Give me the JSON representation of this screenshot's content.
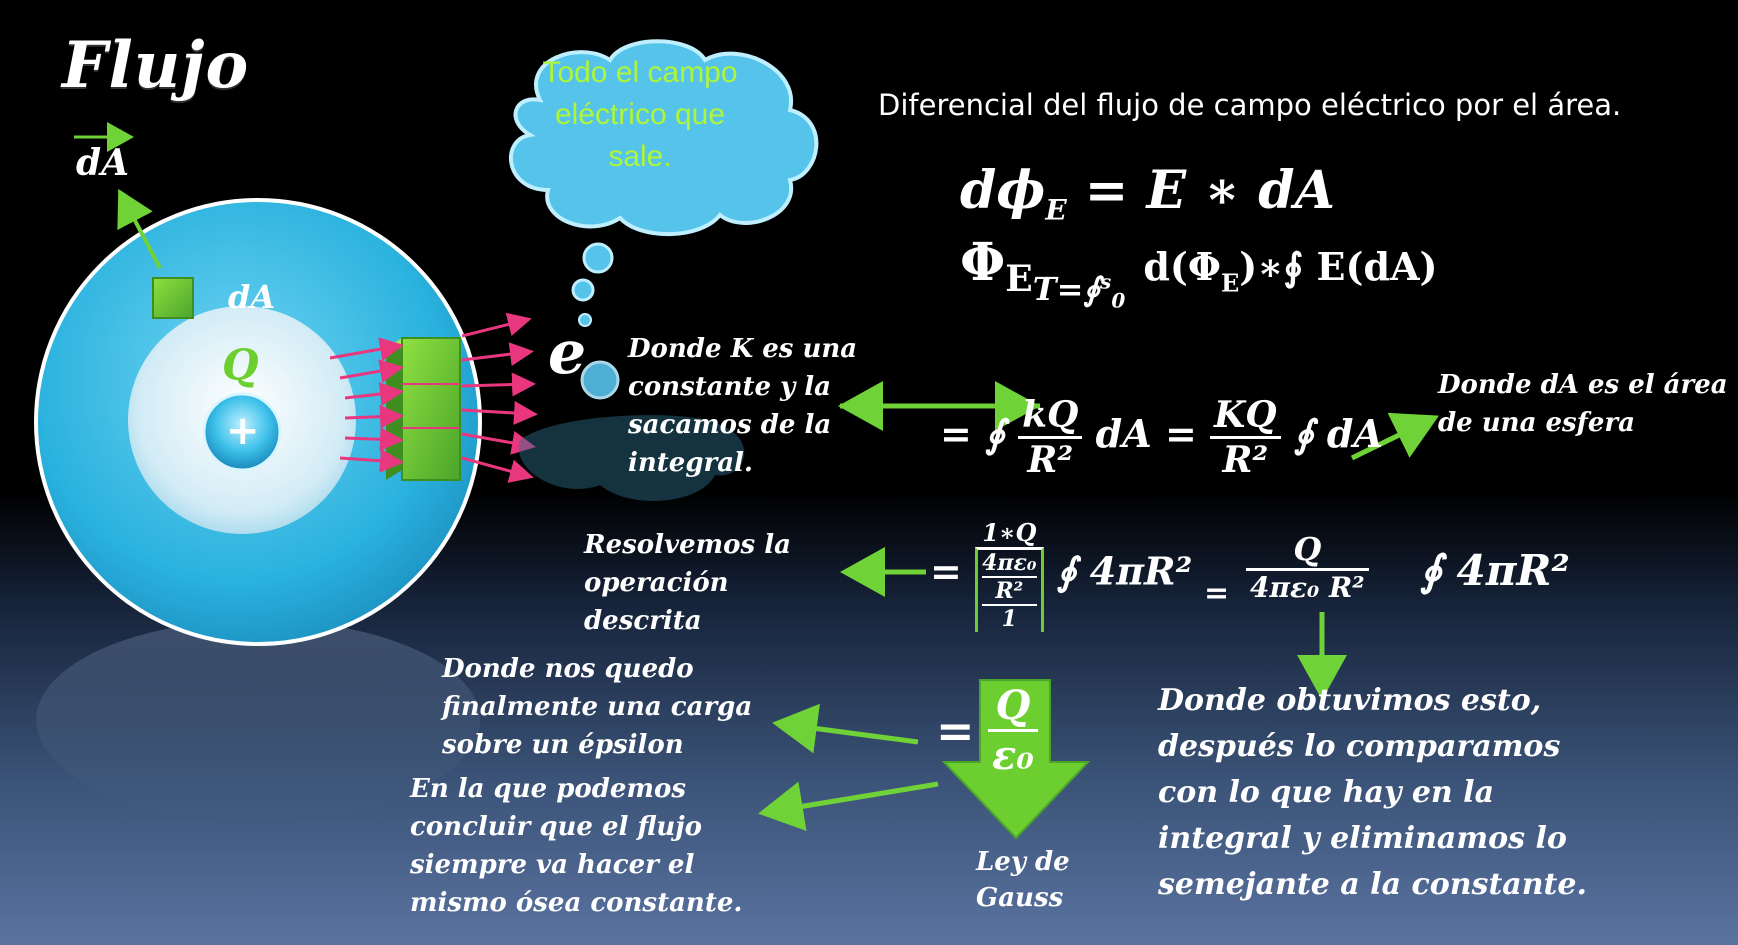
{
  "slide": {
    "title": "Flujo",
    "heading": "Diferencial del flujo de campo eléctrico por el área.",
    "cloud_text": "Todo el campo eléctrico que sale.",
    "electron_label": "e",
    "sphere": {
      "label_da_top": "dA",
      "label_da_side": "dA",
      "label_q": "Q",
      "label_plus": "+"
    },
    "equations": {
      "eq1": "dϕ",
      "eq1_sub": "E",
      "eq1_rhs": "= E ∗ dA",
      "eq2": "Φ",
      "eq2_sub": "E",
      "eq2_sub2": "T=∮",
      "eq2_lim_top": "s",
      "eq2_lim_bot": "0",
      "eq2_rhs": "d(Φ",
      "eq2_rhs_sub": "E",
      "eq2_rhs_end": ")∗∮ E(dA)",
      "eq3_pre": "= ∮",
      "eq3_frac1_num": "kQ",
      "eq3_frac1_den": "R²",
      "eq3_mid": "dA =",
      "eq3_frac2_num": "KQ",
      "eq3_frac2_den": "R²",
      "eq3_post": "∮ dA",
      "eq4_pre": "=",
      "eq4_num": "1∗Q",
      "eq4_den_top": "4πε₀",
      "eq4_den_mid": "R²",
      "eq4_den_bot": "1",
      "eq4_mid": "∮ 4πR²",
      "eq4_eq": "=",
      "eq4_frac_num": "Q",
      "eq4_frac_den": "4πε₀ R²",
      "eq4_post": "∮ 4πR²",
      "eq5_pre": "=",
      "eq5_num": "Q",
      "eq5_den": "ε₀"
    },
    "notes": {
      "constant": "Donde K es una constante y la sacamos de la integral.",
      "area": "Donde dA es el área de una esfera",
      "resolve": "Resolvemos la operación descrita",
      "charge": "Donde nos quedo finalmente una carga sobre un épsilon",
      "conclude": "En la que podemos concluir que el flujo siempre va hacer el mismo ósea constante.",
      "obtained": "Donde obtuvimos esto, después lo comparamos con lo que hay en la integral y eliminamos lo semejante a la constante.",
      "gauss": "Ley de Gauss"
    },
    "colors": {
      "background_top": "#000000",
      "background_bottom": "#5a73a0",
      "sphere_outer": "#29b6e0",
      "sphere_inner": "#cfe8f3",
      "green_accent": "#6ccf2f",
      "arrow_green": "#6fd236",
      "arrow_pink": "#e8367f",
      "cloud": "#55c3ea",
      "cloud_text": "#aef63a"
    }
  }
}
